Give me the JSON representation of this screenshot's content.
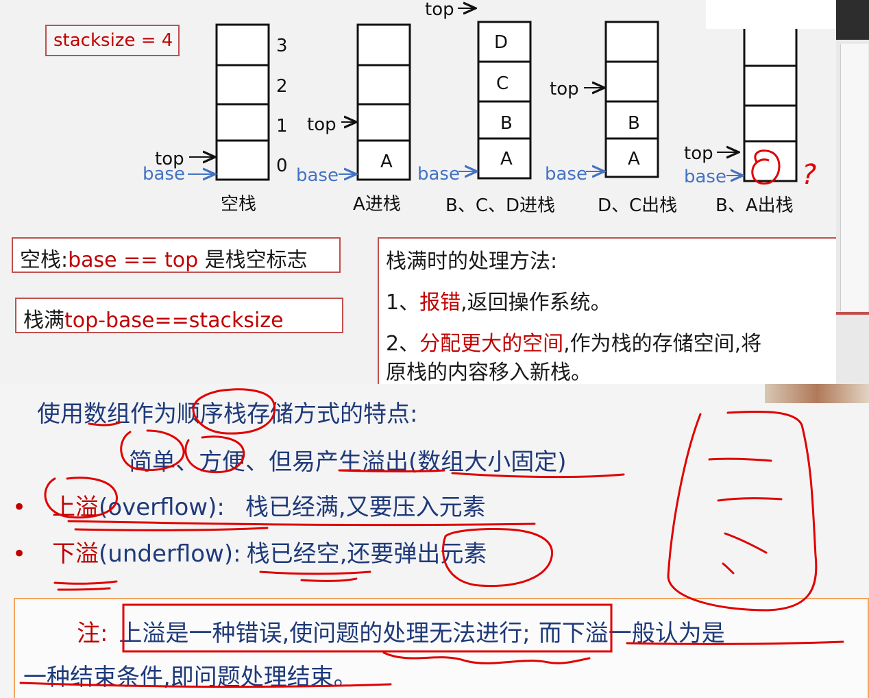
{
  "top_slide": {
    "stacksize_label": "stacksize = 4",
    "indices": [
      "3",
      "2",
      "1",
      "0"
    ],
    "top_label": "top",
    "base_label": "base",
    "question_mark": "?",
    "stacks": [
      {
        "caption": "空栈",
        "cells": [
          "",
          "",
          "",
          ""
        ]
      },
      {
        "caption": "A进栈",
        "cells": [
          "",
          "",
          "",
          "A"
        ]
      },
      {
        "caption": "B、C、D进栈",
        "cells": [
          "D",
          "C",
          "B",
          "A"
        ]
      },
      {
        "caption": "D、C出栈",
        "cells": [
          "",
          "",
          "B",
          "A"
        ]
      },
      {
        "caption": "B、A出栈",
        "cells": [
          "",
          "",
          "",
          ""
        ]
      }
    ],
    "empty_box": {
      "prefix": "空栈:",
      "expr": "base == top",
      "suffix": " 是栈空标志"
    },
    "full_box": {
      "prefix": "栈满",
      "expr": "top-base==stacksize"
    },
    "overflow_box": {
      "title": "栈满时的处理方法:",
      "item1_num": "1、",
      "item1_red": "报错",
      "item1_rest": ",返回操作系统。",
      "item2_num": "2、",
      "item2_red": "分配更大的空间",
      "item2_rest": ",作为栈的存储空间,将",
      "item2_line2": "原栈的内容移入新栈。"
    }
  },
  "bottom_slide": {
    "heading": "使用数组作为顺序栈存储方式的特点:",
    "features": "简单、方便、但易产生溢出(数组大小固定)",
    "bullet1_term": "上溢",
    "bullet1_en": "(overflow):",
    "bullet1_desc": "栈已经满,又要压入元素",
    "bullet2_term": "下溢",
    "bullet2_en": "(underflow):",
    "bullet2_desc": "栈已经空,还要弹出元素",
    "note_label": "注:",
    "note_part1": "上溢是一种错误,使问题的处理无法进行;",
    "note_part2": "而下溢一般认为是",
    "note_line2": "一种结束条件,即问题处理结束。"
  },
  "colors": {
    "slide_red": "#c0504d",
    "annotation_red": "#e00000",
    "blue": "#4472c4",
    "navy": "#1f3a7a"
  }
}
